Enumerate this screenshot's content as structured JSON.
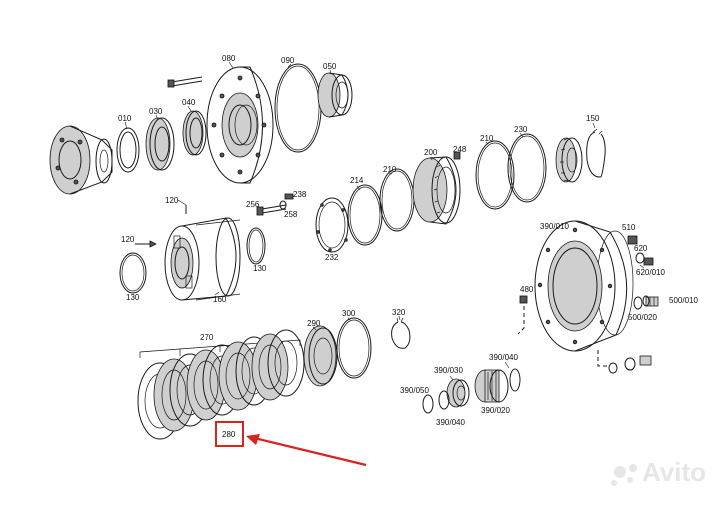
{
  "labels": {
    "l010": "010",
    "l030": "030",
    "l040": "040",
    "l080": "080",
    "l090": "090",
    "l050": "050",
    "l120a": "120",
    "l120b": "120",
    "l130a": "130",
    "l130b": "130",
    "l160": "160",
    "l256": "256",
    "l258": "258",
    "l238": "238",
    "l214": "214",
    "l210a": "210",
    "l210b": "210",
    "l200": "200",
    "l248": "248",
    "l230": "230",
    "l150": "150",
    "l232": "232",
    "l390_010": "390/010",
    "l510": "510",
    "l620": "620",
    "l620_010": "620/010",
    "l480": "480",
    "l500_010": "500/010",
    "l500_020": "500/020",
    "l270": "270",
    "l290": "290",
    "l300": "300",
    "l320": "320",
    "l390_030": "390/030",
    "l390_040a": "390/040",
    "l390_050": "390/050",
    "l390_040b": "390/040",
    "l390_020": "390/020",
    "l280": "280"
  },
  "highlight": {
    "label": "280",
    "color": "#d9231d"
  },
  "watermark": {
    "text": "Avito"
  }
}
